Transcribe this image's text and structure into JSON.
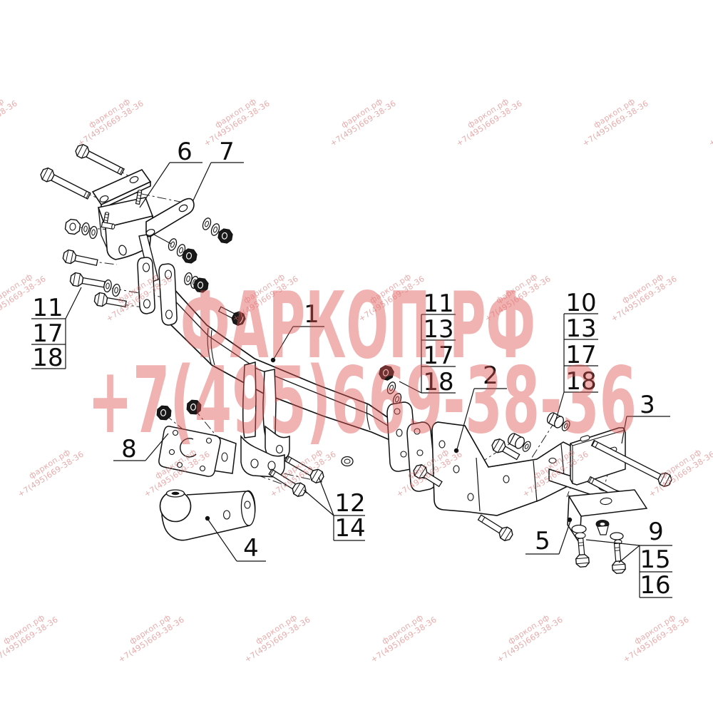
{
  "meta": {
    "title": "Exploded parts diagram of a tow hitch assembly",
    "drawing_style": "black line art on white"
  },
  "watermark": {
    "brand_small": "фаркоп.рф",
    "phone_small": "+7(495)669-38-36",
    "brand_large": "ФАРКОП.РФ",
    "phone_large": "+7(495)669-38-36",
    "large_color": "#e05050",
    "small_color": "#dd7777"
  },
  "callouts": {
    "part1": "1",
    "part2": "2",
    "part3": "3",
    "part4": "4",
    "part5": "5",
    "part6": "6",
    "part7": "7",
    "part8": "8",
    "part9": "9",
    "stack_left": [
      "11",
      "17",
      "18"
    ],
    "stack_mid": [
      "11",
      "13",
      "17",
      "18"
    ],
    "stack_right": [
      "10",
      "13",
      "17",
      "18"
    ],
    "stack_hardware": [
      "12",
      "14"
    ],
    "stack_bottom": [
      "15",
      "16"
    ]
  }
}
